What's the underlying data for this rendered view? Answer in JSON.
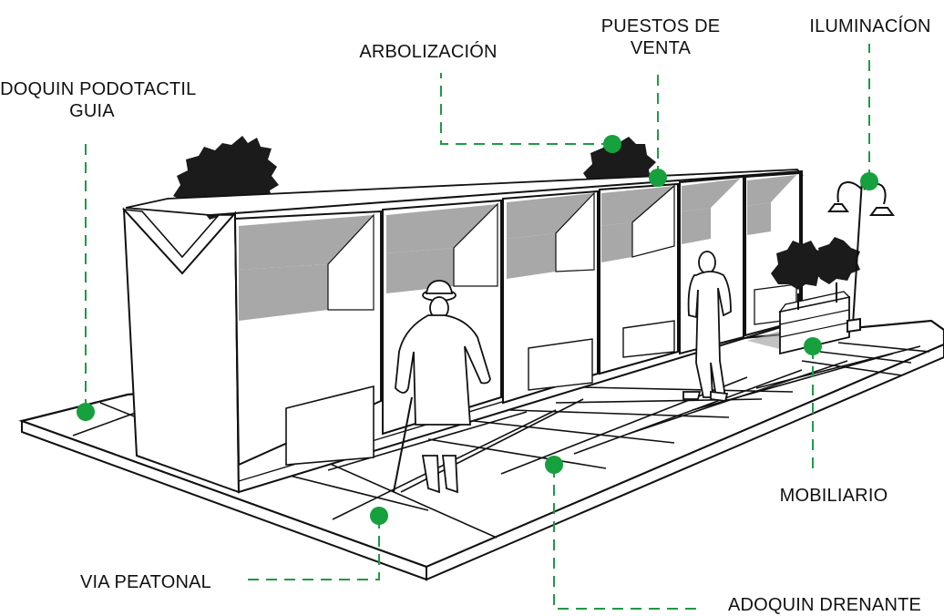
{
  "labels": {
    "podotactil": {
      "line1": "ADOQUIN PODOTACTIL",
      "line2": "GUIA"
    },
    "arbolizacion": "ARBOLIZACIÓN",
    "puestos": {
      "line1": "PUESTOS DE",
      "line2": "VENTA"
    },
    "iluminacion": "ILUMINACÍON",
    "mobiliario": "MOBILIARIO",
    "via_peatonal": "VIA PEATONAL",
    "adoquin_drenante": "ADOQUIN DRENANTE"
  },
  "colors": {
    "marker": "#16a03e",
    "leader": "#1f9a45",
    "line": "#111111",
    "shadow": "#a8a8a8",
    "tree": "#1b1b1b"
  }
}
